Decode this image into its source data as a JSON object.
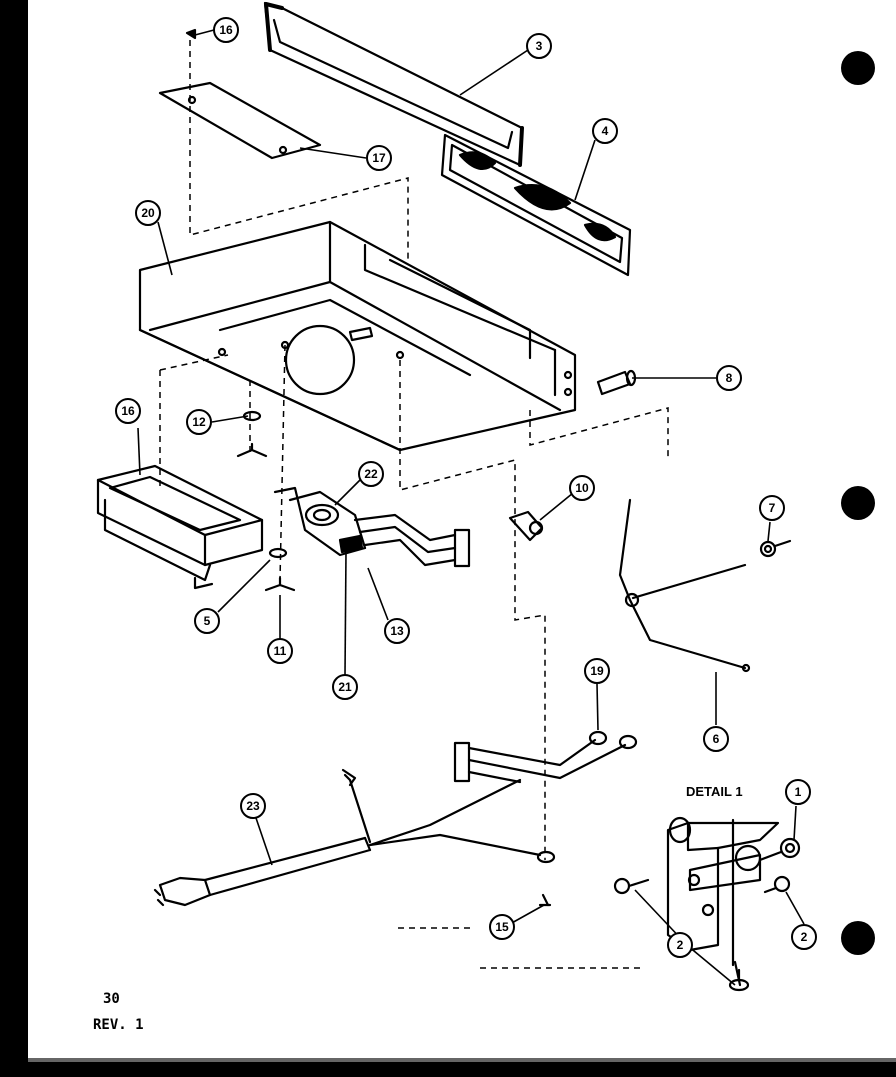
{
  "diagram": {
    "callouts": [
      {
        "id": "c16a",
        "label": "16"
      },
      {
        "id": "c3",
        "label": "3"
      },
      {
        "id": "c4",
        "label": "4"
      },
      {
        "id": "c17",
        "label": "17"
      },
      {
        "id": "c20",
        "label": "20"
      },
      {
        "id": "c8",
        "label": "8"
      },
      {
        "id": "c12",
        "label": "12"
      },
      {
        "id": "c16b",
        "label": "16"
      },
      {
        "id": "c22",
        "label": "22"
      },
      {
        "id": "c10",
        "label": "10"
      },
      {
        "id": "c7",
        "label": "7"
      },
      {
        "id": "c5",
        "label": "5"
      },
      {
        "id": "c13",
        "label": "13"
      },
      {
        "id": "c11",
        "label": "11"
      },
      {
        "id": "c21",
        "label": "21"
      },
      {
        "id": "c19",
        "label": "19"
      },
      {
        "id": "c6",
        "label": "6"
      },
      {
        "id": "c1",
        "label": "1"
      },
      {
        "id": "c23",
        "label": "23"
      },
      {
        "id": "c15",
        "label": "15"
      },
      {
        "id": "c2a",
        "label": "2"
      },
      {
        "id": "c2b",
        "label": "2"
      }
    ],
    "detail_label": "DETAIL 1"
  },
  "footer": {
    "page_number": "30",
    "revision": "REV. 1"
  }
}
